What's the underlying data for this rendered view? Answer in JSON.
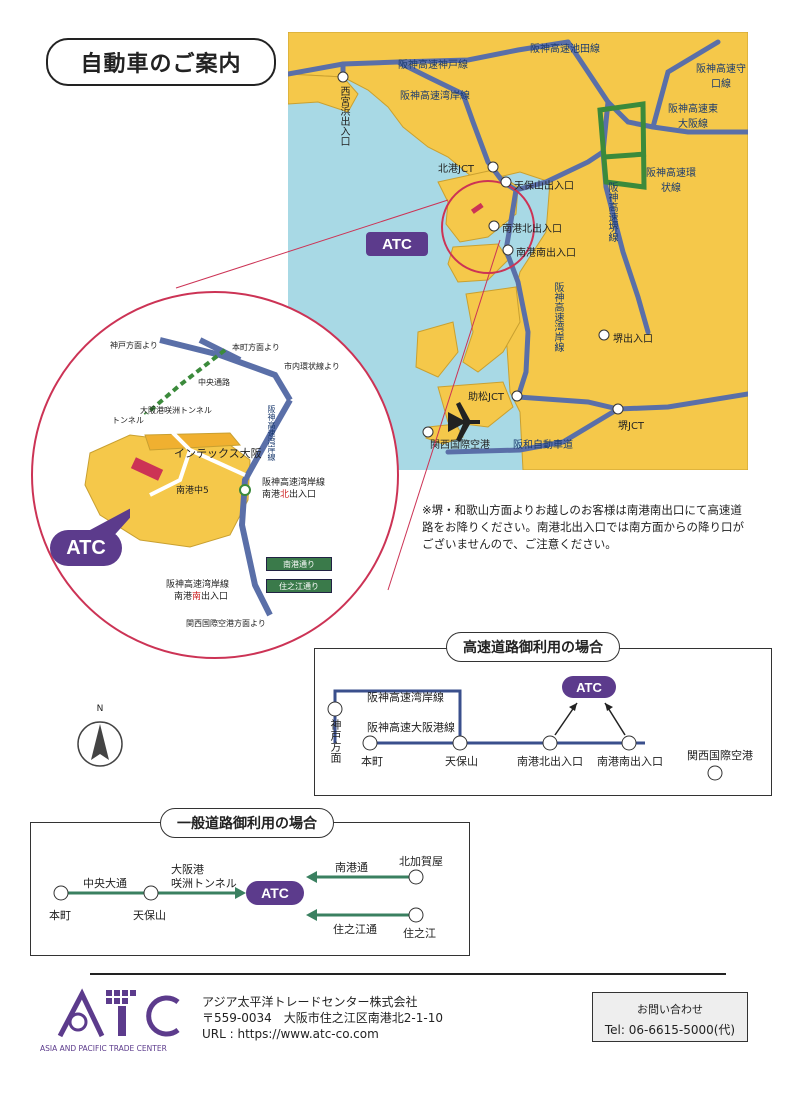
{
  "title": "自動車のご案内",
  "map": {
    "colors": {
      "sea": "#a8d9e5",
      "land": "#f5c84a",
      "expressway": "#5a6fa8",
      "loop": "#3b8a3b",
      "highlight": "#cc3355"
    },
    "routes": {
      "kobe_line": "阪神高速神戸線",
      "ikeda_line": "阪神高速池田線",
      "moriguchi_line": "阪神高速守口線",
      "wangan_line_top": "阪神高速湾岸線",
      "higashiosaka_line": "阪神高速東大阪線",
      "kanjo_line": "阪神高速環状線",
      "sakai_line": "阪神高速堺線",
      "wangan_line_side": "阪神高速湾岸線",
      "hanwa_road": "阪和自動車道"
    },
    "points": {
      "nishinomiya": "西宮浜出入口",
      "hokko_jct": "北港JCT",
      "tempozan": "天保山出入口",
      "nanko_kita": "南港北出入口",
      "nanko_minami": "南港南出入口",
      "sakai": "堺出入口",
      "sukematsu_jct": "助松JCT",
      "sakai_jct": "堺JCT",
      "kix": "関西国際空港"
    },
    "atc_label": "ATC"
  },
  "inset": {
    "from_kobe": "神戸方面より",
    "from_honmachi": "本町方面より",
    "from_loop": "市内環状線より",
    "chuo_dori": "中央通路",
    "sakishima_tunnel": "大阪港咲洲トンネル",
    "tunnel": "トンネル",
    "wangan_road": "阪神高速湾岸線",
    "intex": "インテックス大阪",
    "nanko_naka": "南港中5",
    "wangan_kita_line1": "阪神高速湾岸線",
    "wangan_kita_line2_a": "南港",
    "wangan_kita_line2_b": "北",
    "wangan_kita_line2_c": "出入口",
    "nanko_dori": "南港通り",
    "suminoe_dori": "住之江通り",
    "wangan_minami_line1": "阪神高速湾岸線",
    "wangan_minami_line2_a": "南港",
    "wangan_minami_line2_b": "南",
    "wangan_minami_line2_c": "出入口",
    "from_kix": "関西国際空港方面より",
    "atc_label": "ATC"
  },
  "compass": {
    "label": "N"
  },
  "note": "※堺・和歌山方面よりお越しのお客様は南港南出口にて高速道路をお降りください。南港北出入口では南方面からの降り口がございませんので、ご注意ください。",
  "expressway": {
    "title": "高速道路御利用の場合",
    "wangan": "阪神高速湾岸線",
    "osaka": "阪神高速大阪港線",
    "kobe_dir": "神戸方面",
    "honmachi": "本町",
    "tempozan": "天保山",
    "nanko_kita": "南港北出入口",
    "nanko_minami": "南港南出入口",
    "kix": "関西国際空港",
    "atc": "ATC"
  },
  "general": {
    "title": "一般道路御利用の場合",
    "chuo": "中央大通",
    "tunnel_line1": "大阪港",
    "tunnel_line2": "咲洲トンネル",
    "honmachi": "本町",
    "tempozan": "天保山",
    "nanko_dori": "南港通",
    "kitakagaya": "北加賀屋",
    "suminoe_dori": "住之江通",
    "suminoe": "住之江",
    "atc": "ATC"
  },
  "footer": {
    "logo_text": "ATC",
    "logo_sub": "ASIA AND PACIFIC TRADE CENTER",
    "company": "アジア太平洋トレードセンター株式会社",
    "address": "〒559-0034　大阪市住之江区南港北2-1-10",
    "url": "URL : https://www.atc-co.com",
    "contact_title": "お問い合わせ",
    "tel": "Tel: 06-6615-5000(代)"
  }
}
